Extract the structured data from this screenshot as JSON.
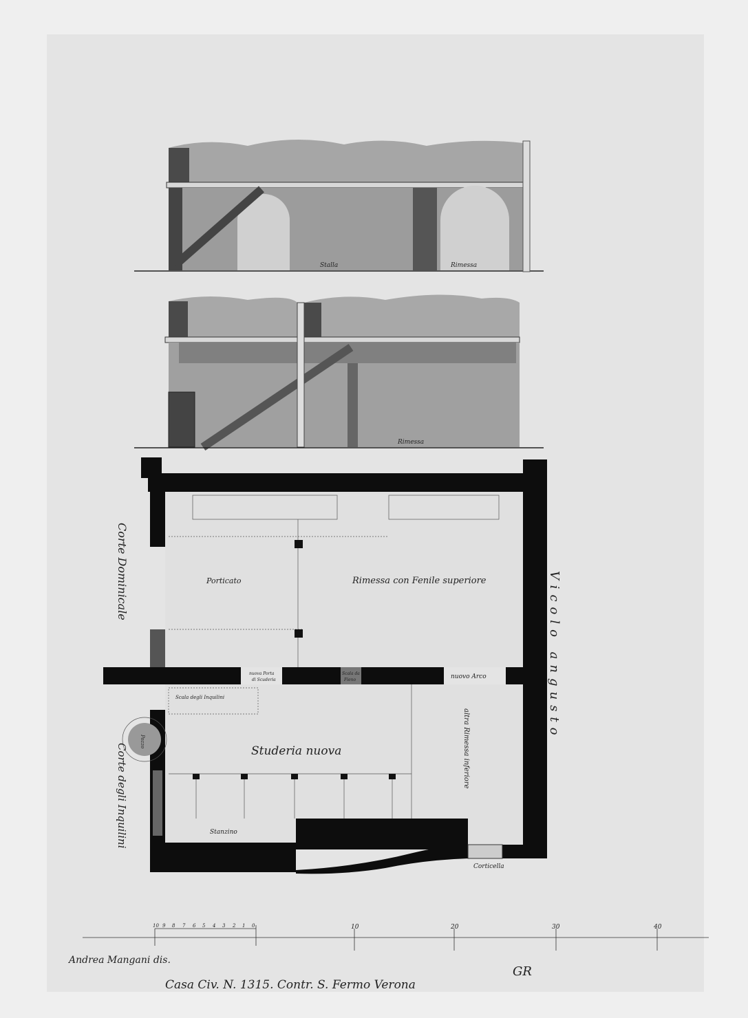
{
  "elevation_upper": {
    "labels": [
      "Stalla",
      "Rimessa"
    ]
  },
  "elevation_lower": {
    "labels": [
      "Rimessa"
    ]
  },
  "plan": {
    "porticato": "Porticato",
    "rimessa_fenile": "Rimessa con Fenile superiore",
    "corte_dominicale": "Corte Dominicale",
    "vicolo": "Vicolo angusto",
    "porta": [
      "nuova Porta",
      "di Scuderia"
    ],
    "scala_fieno": [
      "Scala da",
      "Fieno"
    ],
    "nuovo_arco": "nuovo Arco",
    "scala_inquilini": "Scala degli Inquilini",
    "scuderia": "Studeria nuova",
    "altra_rimessa": "altra Rimessa inferiore",
    "corte_inquilini": "Corte degli Inquilini",
    "pozzo": "Pozzo",
    "stanzino": "Stanzino",
    "corticella": "Corticella"
  },
  "scale": {
    "small_ticks": [
      "10",
      "9",
      "8",
      "7",
      "6",
      "5",
      "4",
      "3",
      "2",
      "1",
      "0"
    ],
    "major_ticks": [
      "10",
      "20",
      "30",
      "40"
    ]
  },
  "signature": "Andrea Mangani dis.",
  "caption": "Casa Civ. N. 1315. Contr. S. Fermo Verona",
  "stamp": "GR",
  "colors": {
    "wall": "#0d0d0d",
    "wash": "#9a9a9a",
    "paper": "#e6e6e6"
  }
}
